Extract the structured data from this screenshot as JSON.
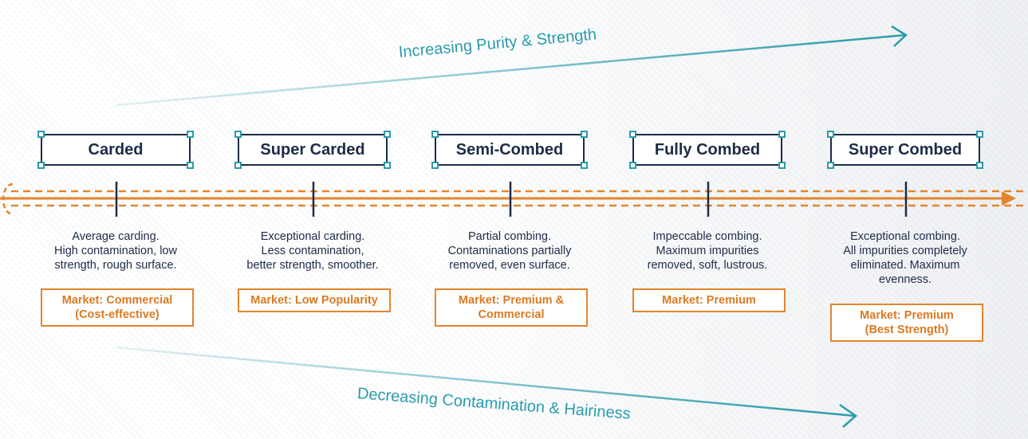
{
  "arrows": {
    "top_label": "Increasing Purity & Strength",
    "bottom_label": "Decreasing Contamination & Hairiness"
  },
  "colors": {
    "teal": "#2a9bab",
    "orange": "#e3852d",
    "navy": "#1d2b48"
  },
  "stages": [
    {
      "name": "Carded",
      "desc": [
        "Average carding.",
        "High contamination, low",
        "strength, rough surface."
      ],
      "market": [
        "Market: Commercial",
        "(Cost-effective)"
      ]
    },
    {
      "name": "Super Carded",
      "desc": [
        "Exceptional carding.",
        "Less contamination,",
        "better strength, smoother."
      ],
      "market": [
        "Market: Low Popularity"
      ]
    },
    {
      "name": "Semi-Combed",
      "desc": [
        "Partial combing.",
        "Contaminations partially",
        "removed, even surface."
      ],
      "market": [
        "Market: Premium &",
        "Commercial"
      ]
    },
    {
      "name": "Fully Combed",
      "desc": [
        "Impeccable combing.",
        "Maximum impurities",
        "removed, soft, lustrous."
      ],
      "market": [
        "Market: Premium"
      ]
    },
    {
      "name": "Super Combed",
      "desc": [
        "Exceptional combing.",
        "All impurities completely",
        "eliminated. Maximum",
        "evenness."
      ],
      "market": [
        "Market: Premium",
        "(Best Strength)"
      ]
    }
  ]
}
